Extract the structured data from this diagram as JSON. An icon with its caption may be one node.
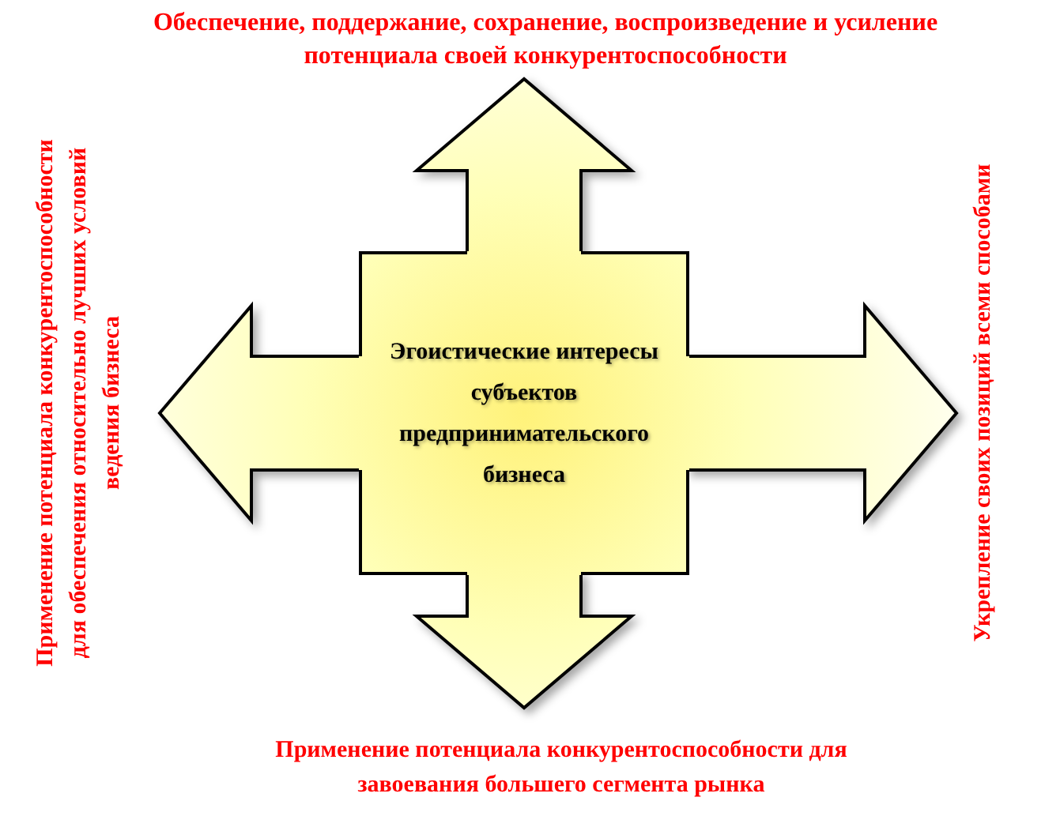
{
  "diagram": {
    "nodes": [
      {
        "text": [
          "Эгоистические интересы субъектов предпринимательского бизнеса"
        ]
      },
      {
        "text": [
          "Обеспечение, поддержание, сохранение, воспроизведение и усиление потенциала своей конкурентоспособности"
        ]
      },
      {
        "text": [
          "Применение потенциала конкурентоспособности  для обеспечения относительно лучших условий ведения бизнеса"
        ]
      },
      {
        "text": [
          "Укрепление своих позиций всеми способами"
        ]
      },
      {
        "text": [
          "Применение потенциала конкурентоспособности для завоевания большего сегмента рынка"
        ]
      }
    ],
    "edges": [
      {
        "from": 0,
        "to": 1,
        "arrow": "to"
      },
      {
        "from": 0,
        "to": 2,
        "arrow": "to"
      },
      {
        "from": 0,
        "to": 3,
        "arrow": "to"
      },
      {
        "from": 0,
        "to": 4,
        "arrow": "to"
      }
    ]
  }
}
